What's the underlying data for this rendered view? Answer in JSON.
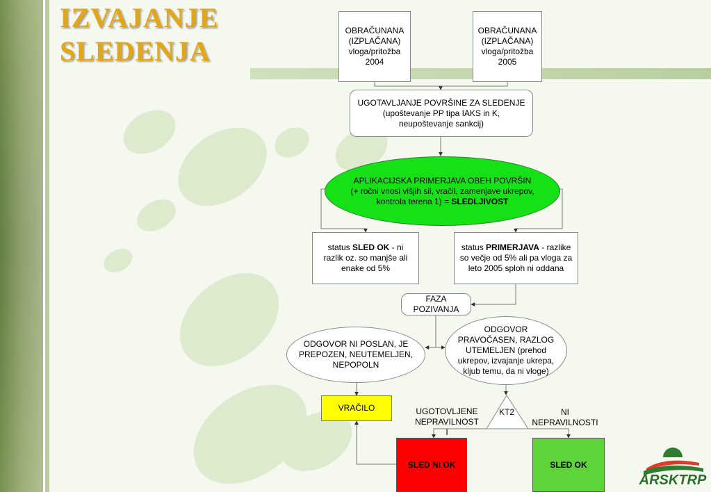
{
  "slide": {
    "title_line1": "IZVAJANJE",
    "title_line2": "SLEDENJA"
  },
  "colors": {
    "title": "#e3a619",
    "green_ellipse": "#16e016",
    "vracilo": "#ffff00",
    "sled_ni_ok": "#ff0000",
    "sled_ok": "#5ed33a"
  },
  "nodes": {
    "src1": [
      "OBRAČUNANA",
      "(IZPLAČANA)",
      "vloga/pritožba",
      "2004"
    ],
    "src2": [
      "OBRAČUNANA",
      "(IZPLAČANA)",
      "vloga/pritožba",
      "2005"
    ],
    "ugotavljanje": [
      "UGOTAVLJANJE POVRŠINE ZA SLEDENJE",
      "(upoštevanje PP tipa IAKS in K,",
      "neupoštevanje sankcij)"
    ],
    "aplikacijska": {
      "text": "APLIKACIJSKA PRIMERJAVA OBEH POVRŠIN (+ ročni vnosi višjih sil, vračil, zamenjave ukrepov, kontrola terena 1) = ",
      "bold": "SLEDLJIVOST"
    },
    "status_ok": {
      "prefix": "status ",
      "bold": "SLED OK",
      "text": " - ni razlik oz. so manjše ali enake od 5%"
    },
    "status_primerjava": {
      "prefix": "status ",
      "bold": "PRIMERJAVA",
      "text": " - razlike so večje od 5% ali pa vloga za leto 2005 sploh ni oddana"
    },
    "faza": [
      "FAZA",
      "POZIVANJA"
    ],
    "odgovor_ni": "ODGOVOR NI POSLAN, JE PREPOZEN, NEUTEMELJEN, NEPOPOLN",
    "odgovor_prav": "ODGOVOR PRAVOČASEN, RAZLOG UTEMELJEN (prehod ukrepov, izvajanje ukrepa, kljub temu, da ni vloge)",
    "vracilo": "VRAČILO",
    "kt2": "KT2",
    "sled_ni_ok": "SLED NI OK",
    "sled_ok": "SLED OK"
  },
  "edge_labels": {
    "ugotovljene": [
      "UGOTOVLJENE",
      "NEPRAVILNOST",
      "I"
    ],
    "ni_nepravilnosti": [
      "NI",
      "NEPRAVILNOSTI"
    ]
  },
  "logo": {
    "text": "ARSKTRP",
    "icon": "landscape-sun-icon"
  }
}
